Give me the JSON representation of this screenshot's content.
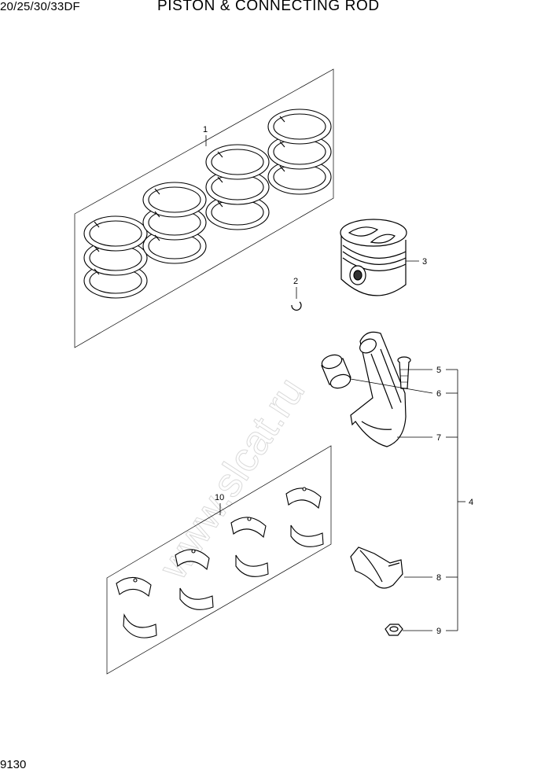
{
  "header": {
    "model": "20/25/30/33DF",
    "title": "PISTON & CONNECTING ROD"
  },
  "footer": {
    "page_number": "9130"
  },
  "callouts": [
    "1",
    "2",
    "3",
    "4",
    "5",
    "6",
    "7",
    "8",
    "9",
    "10"
  ],
  "watermark": "www.slcat.ru"
}
